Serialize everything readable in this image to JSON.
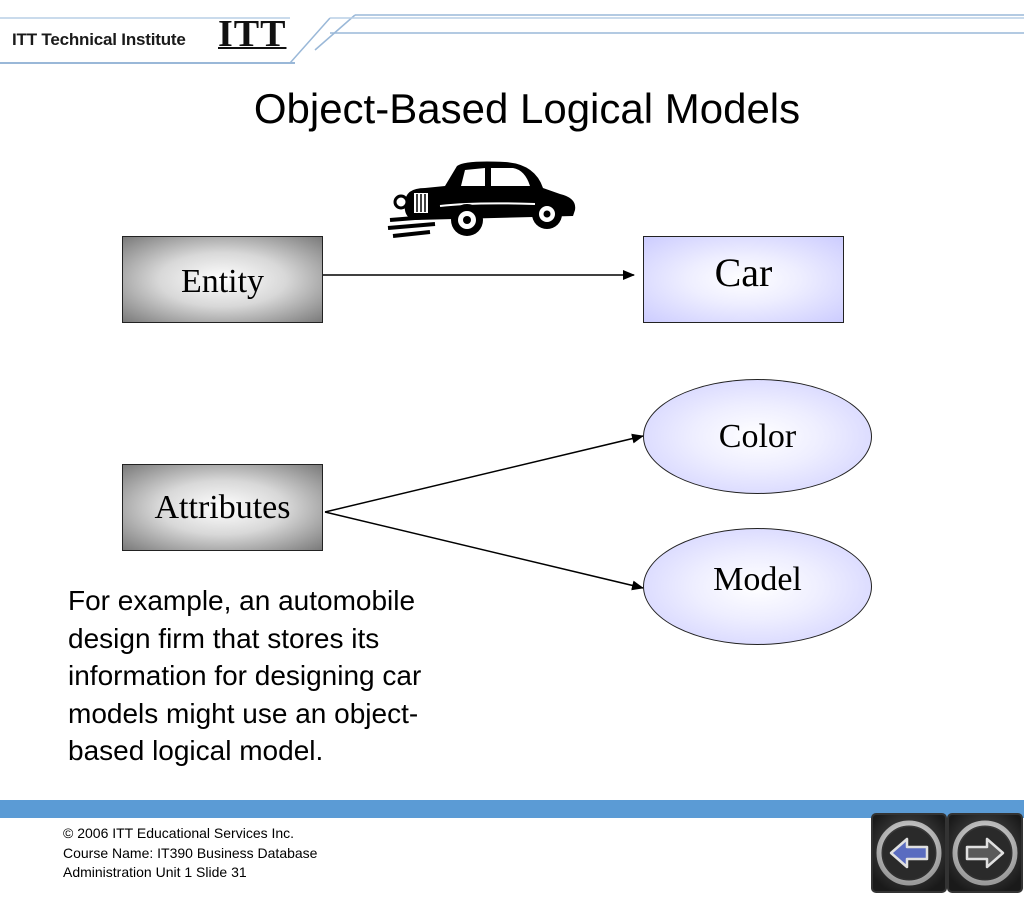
{
  "header": {
    "brand_text": "ITT Technical Institute",
    "brand_logo": "ITT"
  },
  "slide": {
    "title": "Object-Based Logical Models"
  },
  "diagram": {
    "entity_label": "Entity",
    "attributes_label": "Attributes",
    "car_label": "Car",
    "color_label": "Color",
    "model_label": "Model"
  },
  "body_text": {
    "line1": "For example, an automobile",
    "line2": "design firm that stores its",
    "line3": "information for designing car",
    "line4": "models might use an object-",
    "line5": "based logical model."
  },
  "footer": {
    "copyright": "© 2006 ITT Educational Services Inc.",
    "course_line1": "Course Name: IT390 Business Database",
    "course_line2": "Administration Unit 1 Slide 31"
  },
  "colors": {
    "accent_blue": "#5b9bd5",
    "header_line": "#9ab8d8",
    "lavender": "#ccccff"
  },
  "icons": {
    "car": "vintage-car-icon",
    "back": "back-arrow-icon",
    "next": "next-arrow-icon"
  }
}
